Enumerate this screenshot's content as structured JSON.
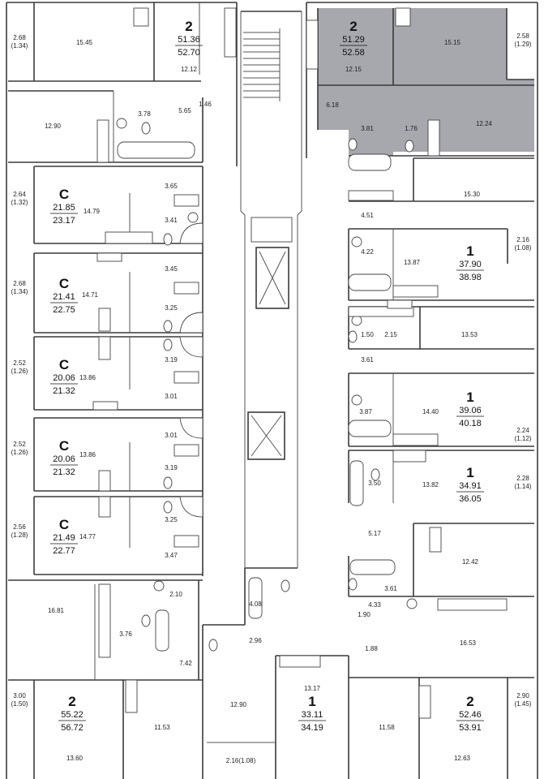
{
  "colors": {
    "wall": "#3a3a3a",
    "highlight": "#a7a7ae",
    "background": "#ffffff"
  },
  "apartments": [
    {
      "id": "apt-top-left-2",
      "type": "2",
      "living_area": "51.36",
      "total_area": "52.70",
      "selected": false
    },
    {
      "id": "apt-top-right-2",
      "type": "2",
      "living_area": "51.29",
      "total_area": "52.58",
      "selected": true
    },
    {
      "id": "apt-studio-1",
      "type": "С",
      "living_area": "21.85",
      "total_area": "23.17",
      "selected": false
    },
    {
      "id": "apt-studio-2",
      "type": "С",
      "living_area": "21.41",
      "total_area": "22.75",
      "selected": false
    },
    {
      "id": "apt-studio-3",
      "type": "С",
      "living_area": "20.06",
      "total_area": "21.32",
      "selected": false
    },
    {
      "id": "apt-studio-4",
      "type": "С",
      "living_area": "20.06",
      "total_area": "21.32",
      "selected": false
    },
    {
      "id": "apt-studio-5",
      "type": "С",
      "living_area": "21.49",
      "total_area": "22.77",
      "selected": false
    },
    {
      "id": "apt-right-1a",
      "type": "1",
      "living_area": "37.90",
      "total_area": "38.98",
      "selected": false
    },
    {
      "id": "apt-right-1b",
      "type": "1",
      "living_area": "39.06",
      "total_area": "40.18",
      "selected": false
    },
    {
      "id": "apt-right-1c",
      "type": "1",
      "living_area": "34.91",
      "total_area": "36.05",
      "selected": false
    },
    {
      "id": "apt-bottom-left-2",
      "type": "2",
      "living_area": "55.22",
      "total_area": "56.72",
      "selected": false
    },
    {
      "id": "apt-bottom-center-1",
      "type": "1",
      "living_area": "33.11",
      "total_area": "34.19",
      "selected": false
    },
    {
      "id": "apt-bottom-right-2",
      "type": "2",
      "living_area": "52.46",
      "total_area": "53.91",
      "selected": false
    }
  ],
  "rooms": [
    "15.45",
    "12.12",
    "12.90",
    "3.78",
    "5.65",
    "1.46",
    "12.15",
    "15.15",
    "6.18",
    "3.81",
    "1.76",
    "12.24",
    "14.79",
    "3.65",
    "3.41",
    "14.71",
    "3.45",
    "3.25",
    "13.86",
    "3.19",
    "3.01",
    "13.86",
    "3.01",
    "3.19",
    "14.77",
    "3.25",
    "3.47",
    "15.30",
    "4.51",
    "4.22",
    "13.87",
    "1.50",
    "2.15",
    "13.53",
    "3.61",
    "3.87",
    "14.40",
    "3.50",
    "13.82",
    "5.17",
    "12.42",
    "1.90",
    "3.61",
    "4.33",
    "1.88",
    "16.53",
    "16.81",
    "2.10",
    "3.76",
    "7.42",
    "4.08",
    "2.96",
    "13.17",
    "12.90",
    "11.53",
    "13.60",
    "11.58",
    "12.63"
  ],
  "balconies": [
    "2.68\n(1.34)",
    "2.58\n(1.29)",
    "2.64\n(1.32)",
    "2.68\n(1.34)",
    "2.52\n(1.26)",
    "2.52\n(1.26)",
    "2.56\n(1.28)",
    "2.16\n(1.08)",
    "2.24\n(1.12)",
    "2.28\n(1.14)",
    "3.00\n(1.50)",
    "2.90\n(1.45)",
    "2.16(1.08)"
  ]
}
